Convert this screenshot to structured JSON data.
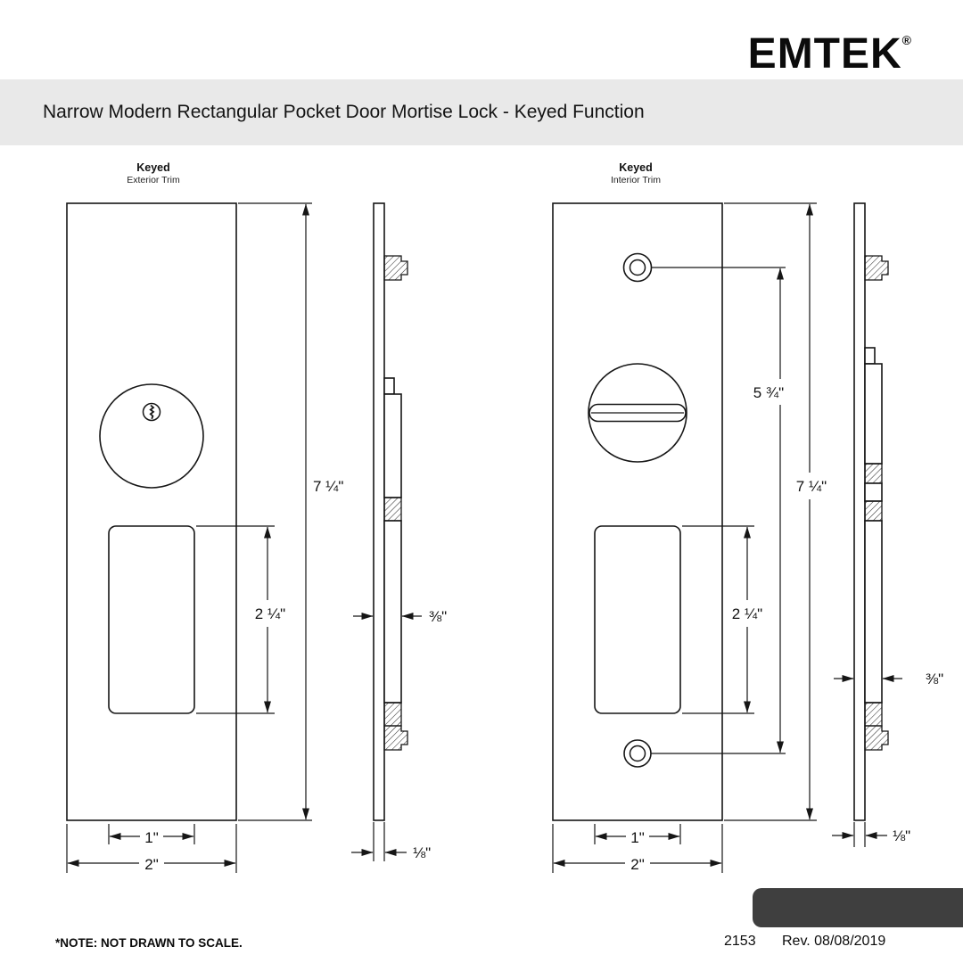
{
  "colors": {
    "ink": "#161616",
    "title_band_bg": "#e9e9e9",
    "corner_bar": "#3f3f3f"
  },
  "header": {
    "brand": "EMTEK",
    "registered_mark": "®"
  },
  "title_bar": {
    "title": "Narrow Modern Rectangular Pocket Door Mortise Lock - Keyed Function"
  },
  "exterior": {
    "label": "Keyed",
    "sublabel": "Exterior Trim",
    "dims": {
      "height": "7 ¼\"",
      "pull_height": "2 ¼\"",
      "pull_width": "1\"",
      "width": "2\"",
      "thickness": "⅜\"",
      "plate_thickness": "⅛\""
    }
  },
  "interior": {
    "label": "Keyed",
    "sublabel": "Interior Trim",
    "dims": {
      "screw_spacing": "5 ¾\"",
      "height": "7 ¼\"",
      "pull_height": "2 ¼\"",
      "pull_width": "1\"",
      "width": "2\"",
      "thickness": "⅜\"",
      "plate_thickness": "⅛\""
    }
  },
  "footer": {
    "note": "*NOTE: NOT DRAWN TO SCALE.",
    "part_number": "2153",
    "revision": "Rev. 08/08/2019"
  }
}
